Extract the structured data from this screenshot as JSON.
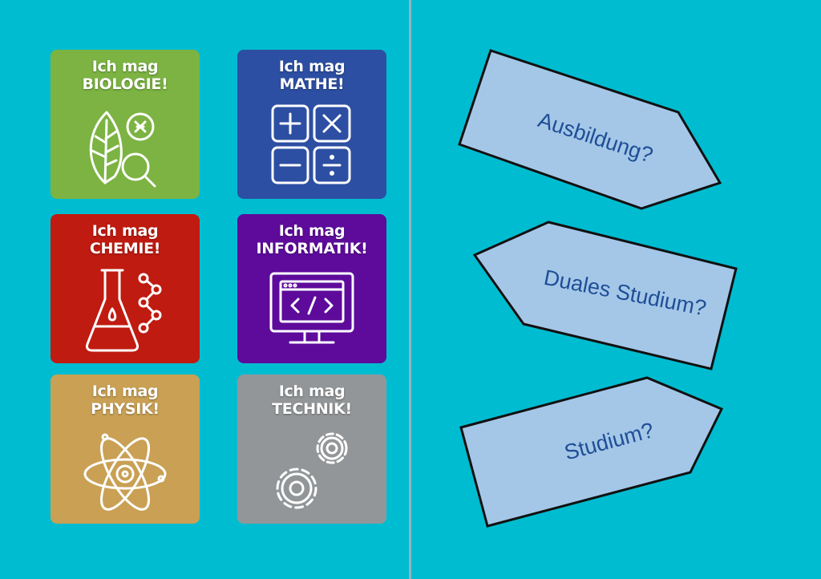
{
  "tiles": [
    {
      "line1": "Ich mag",
      "line2": "BIOLOGIE!",
      "color": "#7cb342",
      "icon": "leaf-magnifier-icon"
    },
    {
      "line1": "Ich mag",
      "line2": "MATHE!",
      "color": "#2d4fa3",
      "icon": "calculator-icon"
    },
    {
      "line1": "Ich mag",
      "line2": "CHEMIE!",
      "color": "#c01b10",
      "icon": "flask-molecule-icon"
    },
    {
      "line1": "Ich mag",
      "line2": "INFORMATIK!",
      "color": "#5e0b9c",
      "icon": "computer-code-icon"
    },
    {
      "line1": "Ich mag",
      "line2": "PHYSIK!",
      "color": "#c9a054",
      "icon": "atom-icon"
    },
    {
      "line1": "Ich mag",
      "line2": "TECHNIK!",
      "color": "#939698",
      "icon": "gears-icon"
    }
  ],
  "signs": [
    {
      "label": "Ausbildung?",
      "direction": "right"
    },
    {
      "label": "Duales Studium?",
      "direction": "left"
    },
    {
      "label": "Studium?",
      "direction": "right"
    }
  ],
  "colors": {
    "background": "#00bcd0",
    "sign_fill": "#a4c7e8",
    "sign_text": "#1f4e96"
  }
}
